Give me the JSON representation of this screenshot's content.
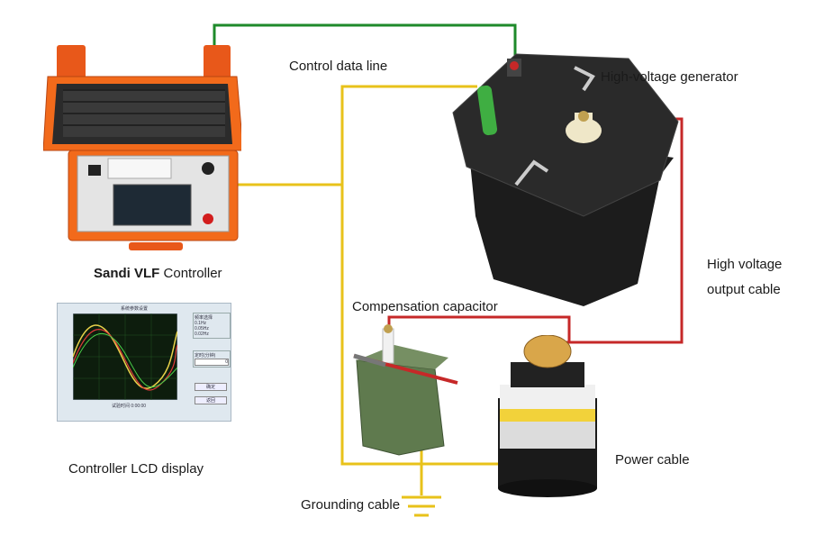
{
  "labels": {
    "control_data_line": "Control data line",
    "hv_generator": "High-voltage generator",
    "controller_brand": "Sandi VLF",
    "controller_word": "Controller",
    "hv_output_cable_line1": "High voltage",
    "hv_output_cable_line2": "output cable",
    "compensation_capacitor": "Compensation capacitor",
    "lcd_display": "Controller LCD display",
    "power_cable": "Power cable",
    "grounding_cable": "Grounding cable"
  },
  "lcd": {
    "title": "系统参数设置",
    "freq_group": "频率选择",
    "freq_options": [
      "0.1Hz",
      "0.05Hz",
      "0.02Hz"
    ],
    "timer_group": "定时(分钟)",
    "timer_value": "0",
    "button_1": "确定",
    "button_2": "返回",
    "x_caption": "试验时间",
    "x_value": "0:00:00"
  },
  "colors": {
    "control_line": "#1e8a2a",
    "data_line": "#e8c21a",
    "hv_line": "#c62828",
    "ground_line": "#e8c21a",
    "case_orange": "#f26a1b"
  }
}
